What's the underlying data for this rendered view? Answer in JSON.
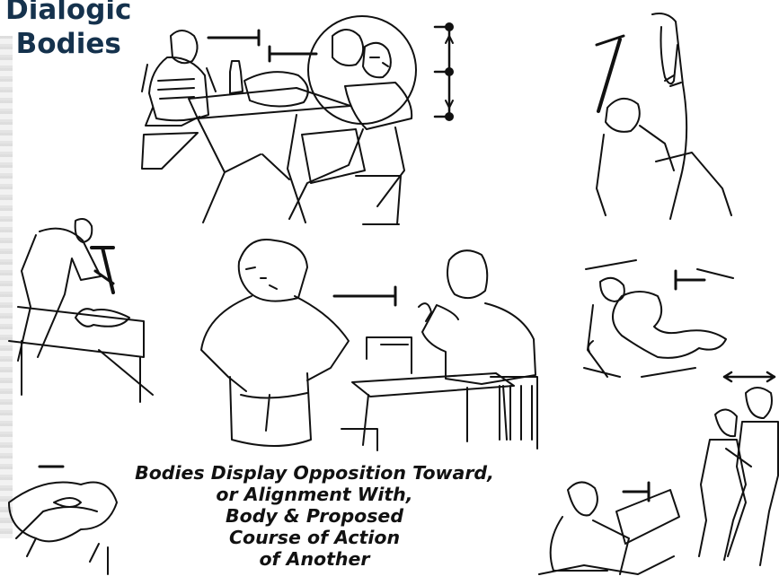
{
  "title": {
    "line1": "Dialogic",
    "line2": "Bodies"
  },
  "caption": {
    "line1": "Bodies Display Opposition Toward,",
    "line2": "or Alignment With,",
    "line3": "Body & Proposed",
    "line4": "Course of Action",
    "line5": "of Another"
  },
  "colors": {
    "title": "#15324d",
    "ink": "#111111",
    "paper": "#ffffff"
  },
  "icons": [
    "t-bar-marker-icon",
    "double-arrow-icon",
    "dot-scale-icon"
  ]
}
